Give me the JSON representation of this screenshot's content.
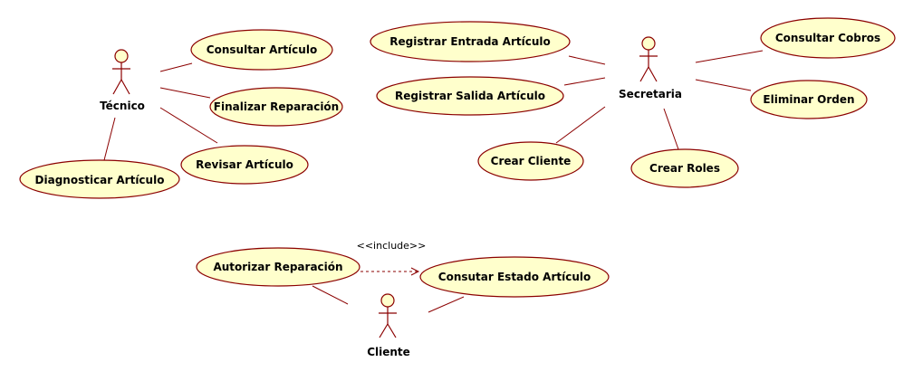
{
  "actors": {
    "tecnico": "Técnico",
    "secretaria": "Secretaria",
    "cliente": "Cliente"
  },
  "use_cases": {
    "consultar_articulo": "Consultar Artículo",
    "finalizar_reparacion": "Finalizar Reparación",
    "revisar_articulo": "Revisar Artículo",
    "diagnosticar_articulo": "Diagnosticar Artículo",
    "registrar_entrada_articulo": "Registrar Entrada Artículo",
    "registrar_salida_articulo": "Registrar Salida Artículo",
    "crear_cliente": "Crear Cliente",
    "crear_roles": "Crear Roles",
    "consultar_cobros": "Consultar Cobros",
    "eliminar_orden": "Eliminar Orden",
    "autorizar_reparacion": "Autorizar Reparación",
    "consutar_estado_articulo": "Consutar Estado Artículo"
  },
  "include_stereotype": "<<include>>",
  "colors": {
    "use_case_fill": "#ffffcc",
    "line": "#8b0000"
  }
}
